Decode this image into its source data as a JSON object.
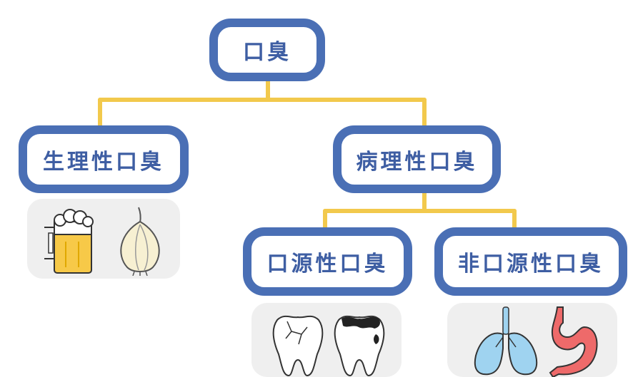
{
  "root": {
    "label": "口臭"
  },
  "physiological": {
    "label": "生理性口臭"
  },
  "pathological": {
    "label": "病理性口臭"
  },
  "oral": {
    "label": "口源性口臭"
  },
  "non_oral": {
    "label": "非口源性口臭"
  },
  "colors": {
    "node_border": "#4a6fb5",
    "node_text": "#3e5ea3",
    "connector": "#f2c94c",
    "card_bg": "#efefef"
  },
  "icons": {
    "physiological": [
      "beer-mug-icon",
      "garlic-icon"
    ],
    "oral": [
      "cracked-tooth-icon",
      "decayed-tooth-icon"
    ],
    "non_oral": [
      "lungs-icon",
      "stomach-icon"
    ]
  }
}
